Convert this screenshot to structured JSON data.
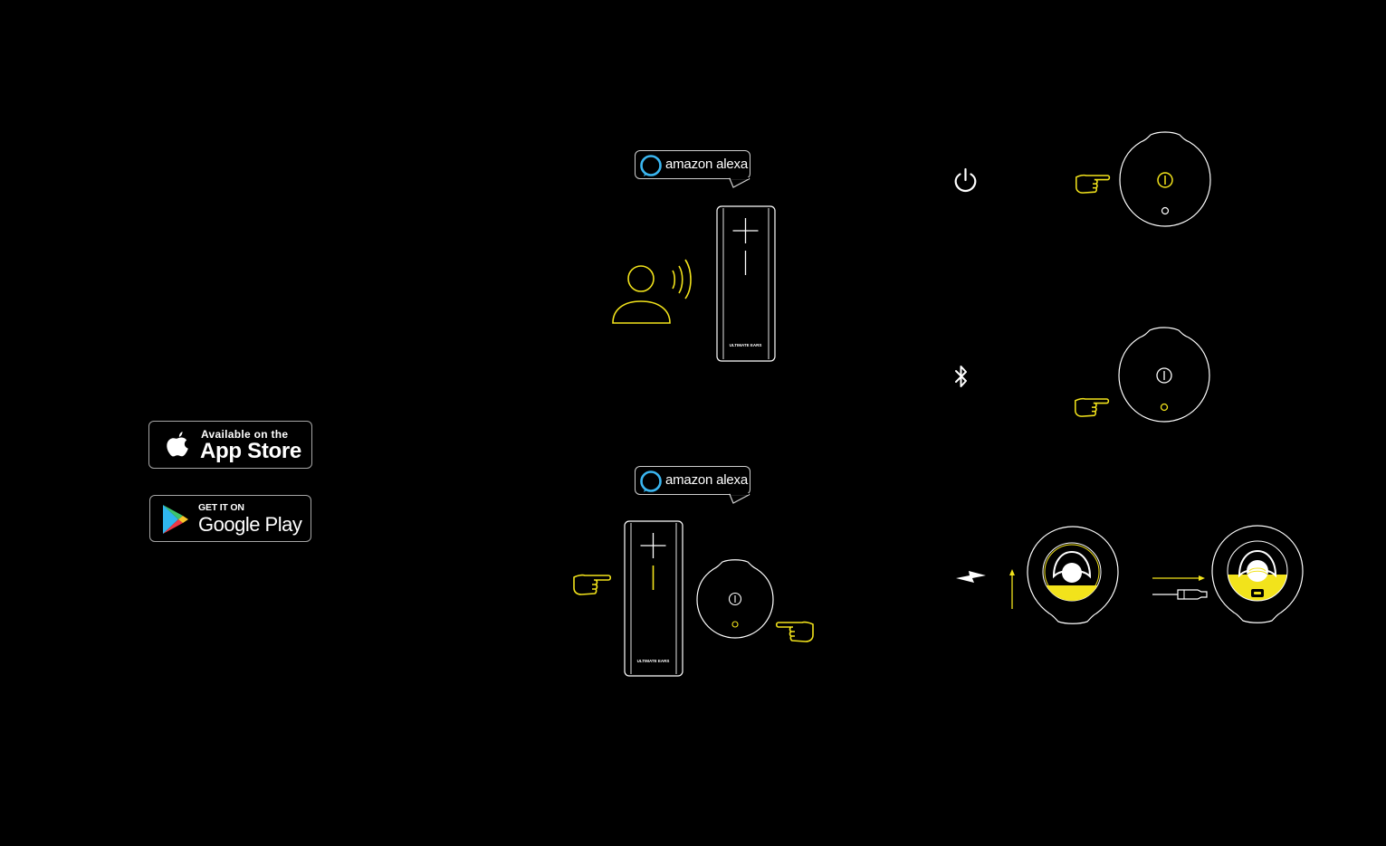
{
  "store_badges": {
    "app_store": {
      "small_label": "Available on the",
      "big_label": "App Store",
      "icon": "apple-icon"
    },
    "google_play": {
      "small_label": "GET IT ON",
      "big_label": "Google Play",
      "icon": "google-play-icon"
    }
  },
  "alexa_bubble_top": {
    "label": "amazon alexa",
    "icon": "alexa-ring-icon"
  },
  "alexa_bubble_bottom": {
    "label": "amazon alexa",
    "icon": "alexa-ring-icon"
  },
  "speaker_top": {
    "brand_label": "ULTIMATE EARS"
  },
  "speaker_bottom": {
    "brand_label": "ULTIMATE EARS"
  },
  "colors": {
    "accent_yellow": "#f2e31b",
    "line_white": "#ffffff",
    "alexa_blue": "#3ab6f0",
    "background": "#000000"
  }
}
